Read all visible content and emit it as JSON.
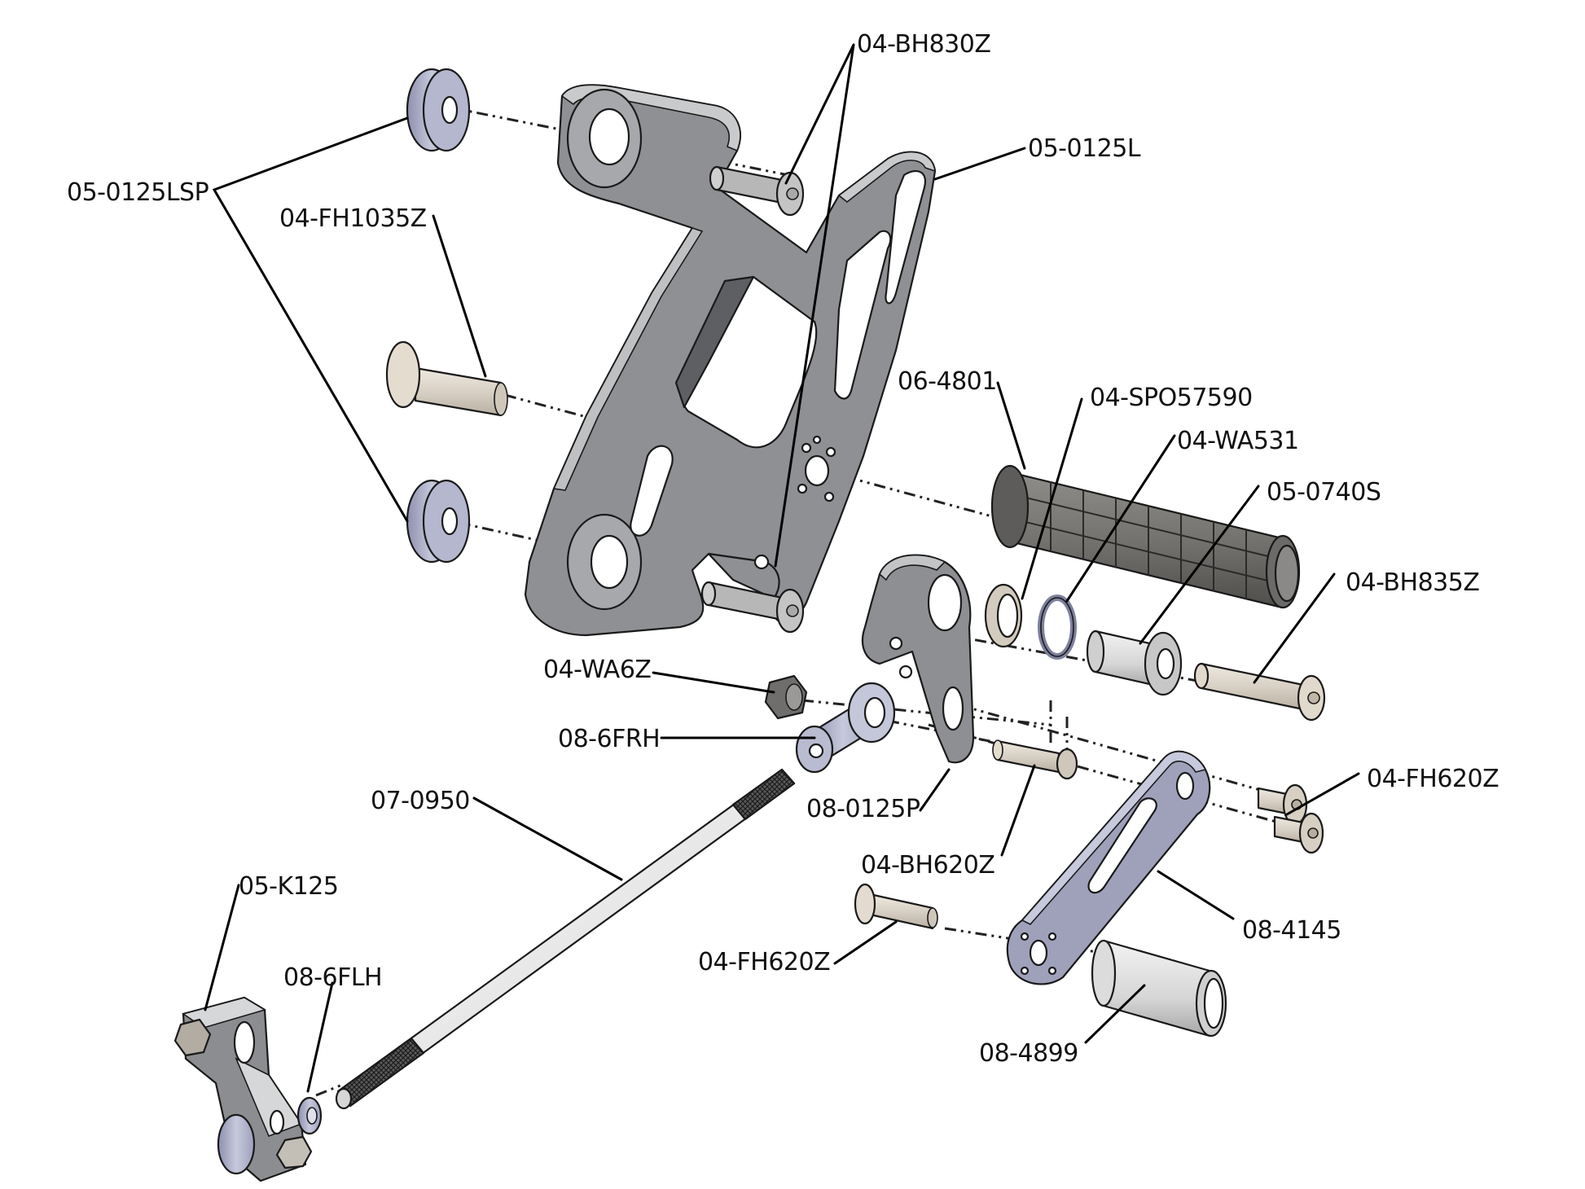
{
  "diagram": {
    "title": "Rearset exploded view",
    "colors": {
      "bracket": "#8f9093",
      "bracket_light": "#c9cacc",
      "bracket_dark": "#6b6c6f",
      "spacer_blue": "#a9abc4",
      "fastener_tan": "#d9d2c6",
      "grip_dark": "#6f6e6c",
      "rod_light": "#eeeeee",
      "knurl": "#3a3a3a",
      "leader": "#000000"
    },
    "labels": [
      {
        "id": "05-0125LSP",
        "text": "05-0125LSP",
        "part": "spacer"
      },
      {
        "id": "04-FH1035Z",
        "text": "04-FH1035Z",
        "part": "flat-head-bolt"
      },
      {
        "id": "04-BH830Z",
        "text": "04-BH830Z",
        "part": "button-head-bolt"
      },
      {
        "id": "05-0125L",
        "text": "05-0125L",
        "part": "rearset-bracket"
      },
      {
        "id": "06-4801",
        "text": "06-4801",
        "part": "grip"
      },
      {
        "id": "04-SPO57590",
        "text": "04-SPO57590",
        "part": "spacer-ring"
      },
      {
        "id": "04-WA531",
        "text": "04-WA531",
        "part": "wave-washer"
      },
      {
        "id": "05-0740S",
        "text": "05-0740S",
        "part": "pivot-sleeve"
      },
      {
        "id": "04-BH835Z",
        "text": "04-BH835Z",
        "part": "pivot-bolt"
      },
      {
        "id": "04-WA6Z",
        "text": "04-WA6Z",
        "part": "nut"
      },
      {
        "id": "08-6FRH",
        "text": "08-6FRH",
        "part": "rod-end-right"
      },
      {
        "id": "07-0950",
        "text": "07-0950",
        "part": "linkage-rod"
      },
      {
        "id": "08-0125P",
        "text": "08-0125P",
        "part": "pivot-arm"
      },
      {
        "id": "04-BH620Z",
        "text": "04-BH620Z",
        "part": "arm-bolt"
      },
      {
        "id": "04-FH620Z-upper",
        "text": "04-FH620Z",
        "part": "flat-head-screws"
      },
      {
        "id": "08-4145",
        "text": "08-4145",
        "part": "lever-arm"
      },
      {
        "id": "04-FH620Z-lower",
        "text": "04-FH620Z",
        "part": "peg-screw"
      },
      {
        "id": "08-4899",
        "text": "08-4899",
        "part": "foot-peg"
      },
      {
        "id": "05-K125",
        "text": "05-K125",
        "part": "shift-clamp"
      },
      {
        "id": "08-6FLH",
        "text": "08-6FLH",
        "part": "rod-end-left"
      }
    ]
  }
}
